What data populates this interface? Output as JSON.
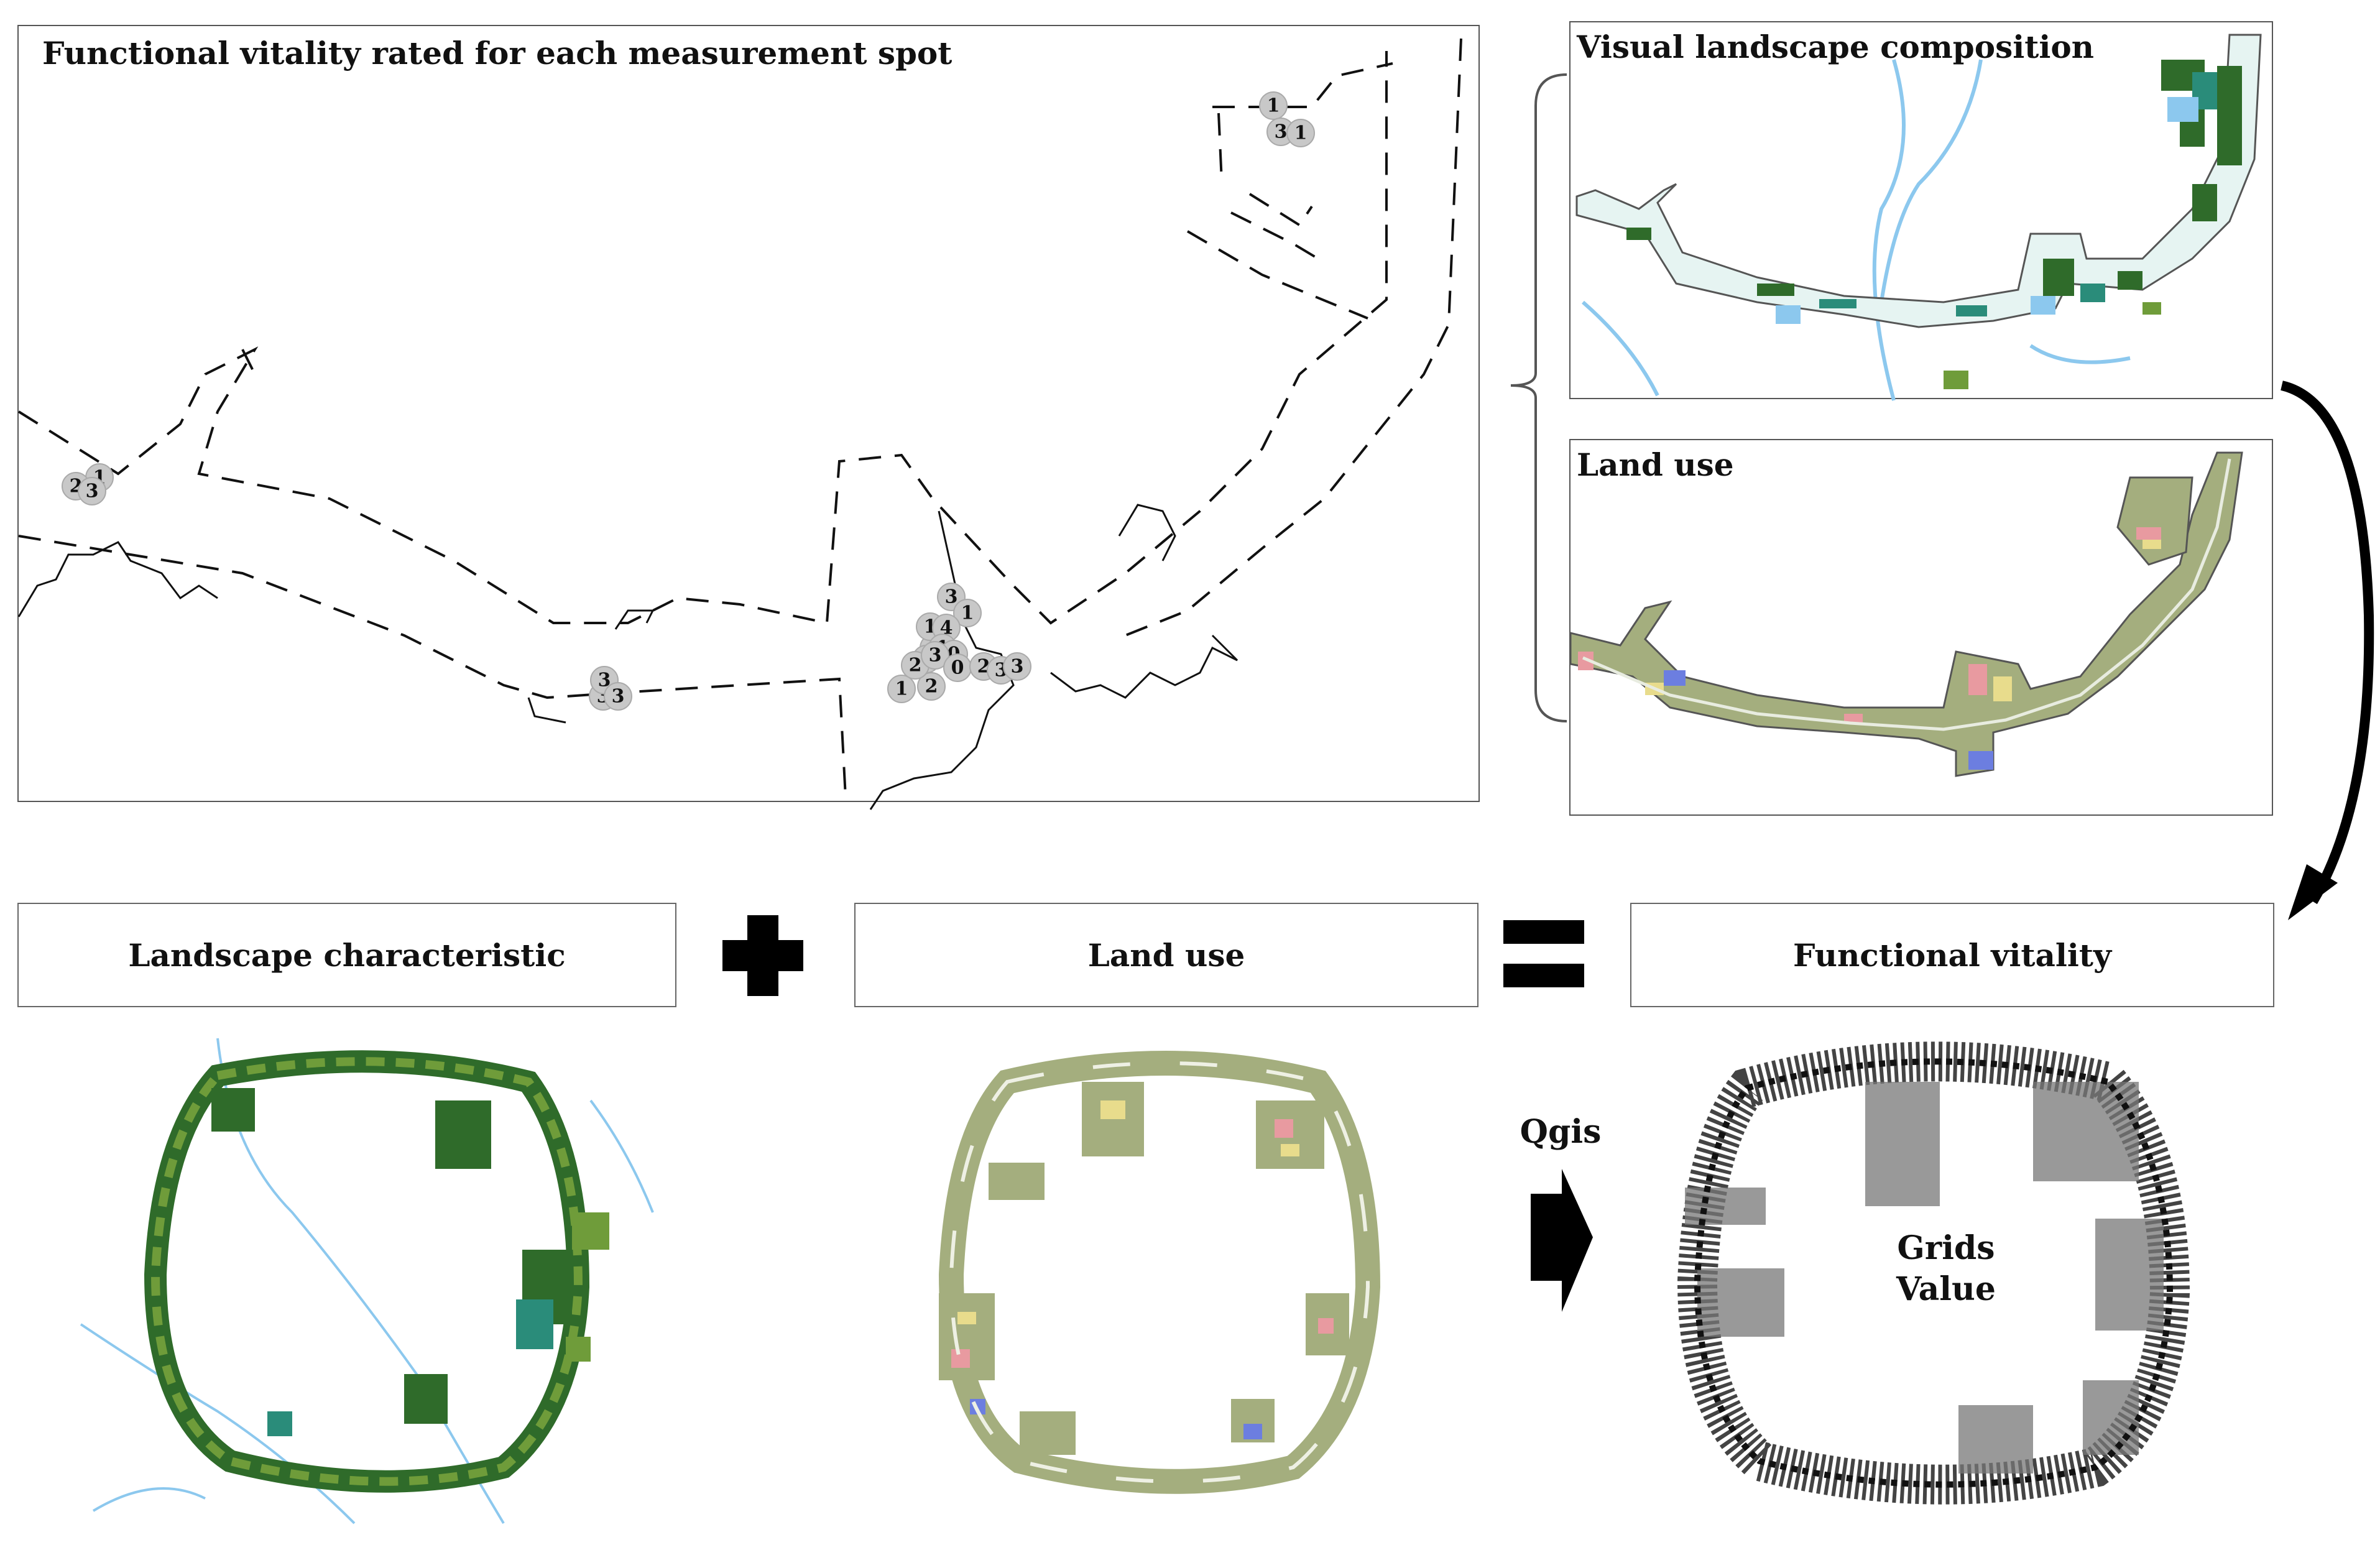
{
  "panels": {
    "vitality_map_title": "Functional vitality rated for each measurement spot",
    "landscape_title": "Visual landscape composition",
    "landuse_title": "Land use"
  },
  "boxes": {
    "landscape": "Landscape characteristic",
    "landuse": "Land use",
    "vitality": "Functional vitality"
  },
  "labels": {
    "tool": "Qgis",
    "grid_line1": "Grids",
    "grid_line2": "Value"
  },
  "spot_values": [
    "1",
    "3",
    "1",
    "1",
    "2",
    "3",
    "3",
    "1",
    "0",
    "1",
    "2",
    "2",
    "4",
    "1",
    "0",
    "1",
    "2",
    "3",
    "3",
    "3",
    "3",
    "0",
    "2",
    "3",
    "3"
  ],
  "colors": {
    "spot_fill": "#c8c8c8",
    "river": "#8cc8ee",
    "green_dark": "#2f6b2a",
    "green_light": "#6f9c3a",
    "teal": "#2a8c7a",
    "landuse_base": "#a4ae7e",
    "landuse_pink": "#e89aa0",
    "landuse_yellow": "#e8dc8c",
    "landuse_blue": "#6c7ee0"
  }
}
